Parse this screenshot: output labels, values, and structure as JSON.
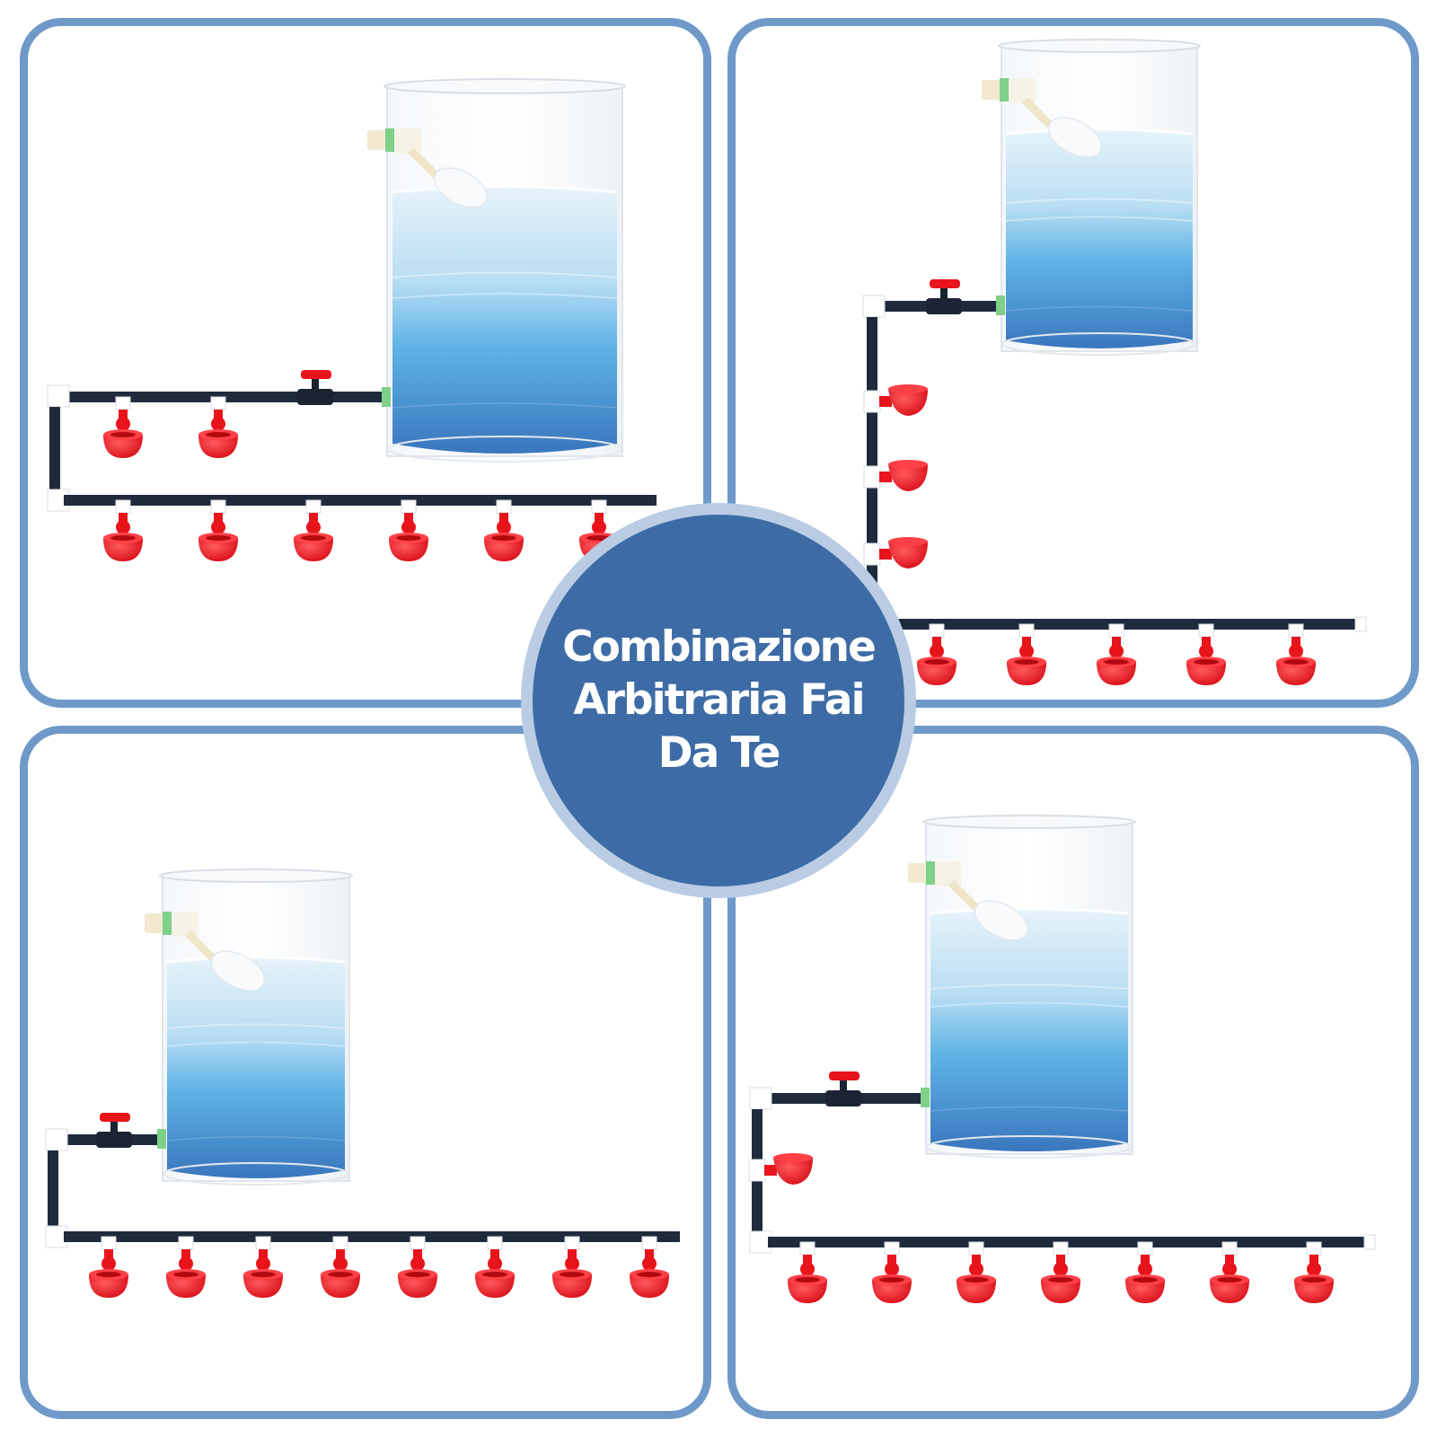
{
  "badge": {
    "line1": "Combinazione",
    "line2": "Arbitraria Fai",
    "line3": "Da Te"
  },
  "colors": {
    "panel_border": "#6e99c9",
    "badge_fill": "#3d6ba5",
    "badge_ring": "#b9cce4",
    "cup": "#e8141c",
    "pipe": "#1f2a3c",
    "water_top": "#dcedf7",
    "water_bottom": "#3f86c9"
  },
  "panels": [
    {
      "id": "top-left",
      "feeder_cups": 8,
      "side_cups": 0
    },
    {
      "id": "top-right",
      "feeder_cups": 5,
      "side_cups": 3
    },
    {
      "id": "bottom-left",
      "feeder_cups": 8,
      "side_cups": 0
    },
    {
      "id": "bottom-right",
      "feeder_cups": 7,
      "side_cups": 1
    }
  ]
}
